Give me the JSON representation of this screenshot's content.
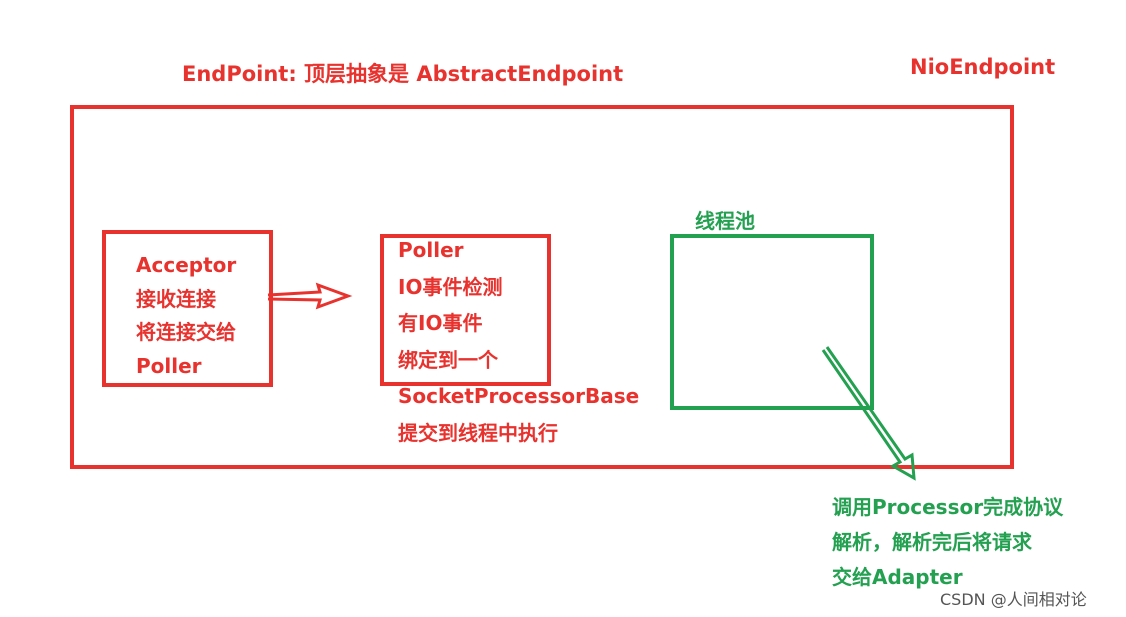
{
  "title": {
    "left": "EndPoint: 顶层抽象是 AbstractEndpoint",
    "right": "NioEndpoint"
  },
  "acceptor": {
    "lines": [
      "Acceptor",
      "接收连接",
      "将连接交给",
      "Poller"
    ]
  },
  "poller": {
    "lines": [
      "Poller",
      "IO事件检测",
      "有IO事件",
      "绑定到一个",
      "SocketProcessorBase",
      "提交到线程中执行"
    ]
  },
  "thread_pool": {
    "label": "线程池"
  },
  "processor_note": {
    "lines": [
      "调用Processor完成协议",
      "解析，解析完后将请求",
      "交给Adapter"
    ]
  },
  "watermark": "CSDN @人间相对论",
  "colors": {
    "red": "#e8322e",
    "green": "#23a050",
    "background": "#ffffff"
  },
  "icons": {
    "acceptor_to_poller": "hollow-arrow-right",
    "pool_to_processor": "hollow-arrow-down-right"
  }
}
